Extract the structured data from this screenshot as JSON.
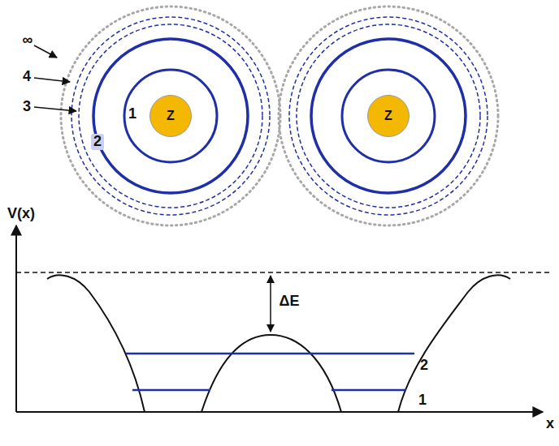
{
  "diagram": {
    "nodes": [
      {
        "text": [
          "Z"
        ]
      },
      {
        "text": [
          "Z"
        ]
      }
    ],
    "labels": [
      "∞",
      "4",
      "3",
      "2",
      "1",
      "V(x)",
      "ΔE",
      "2",
      "1",
      "x"
    ]
  }
}
